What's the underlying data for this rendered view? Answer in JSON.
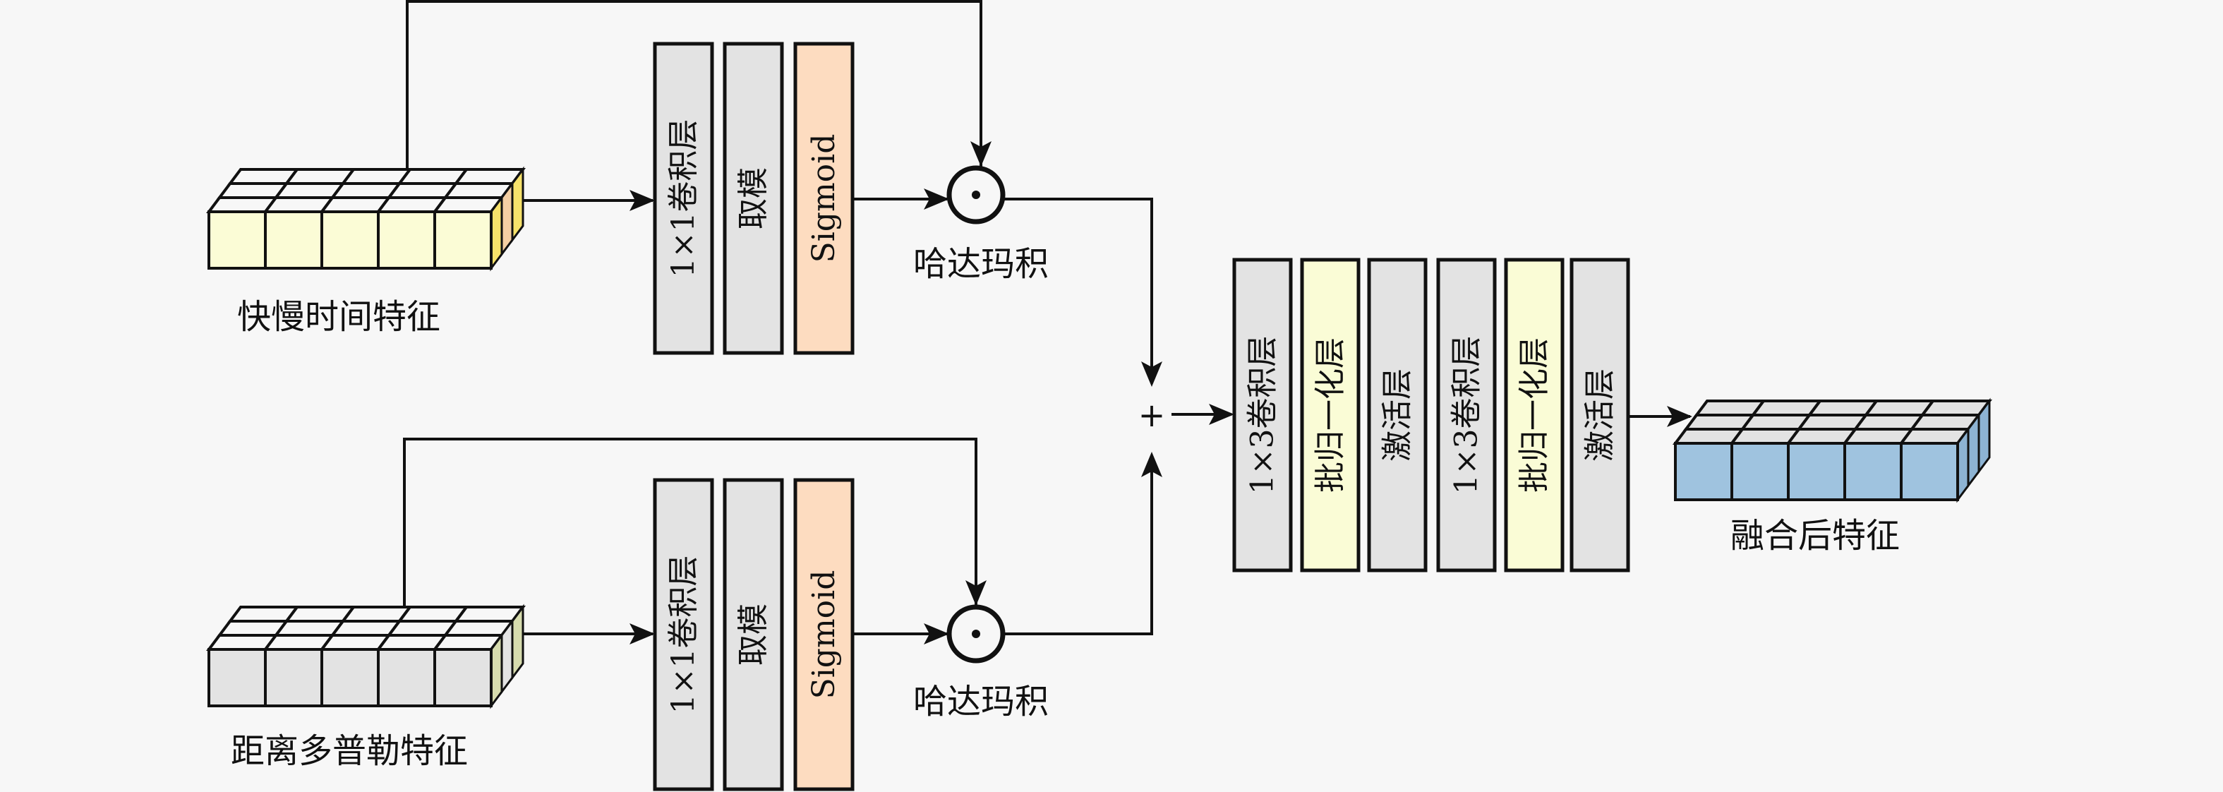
{
  "diagram": {
    "inputs": {
      "top": {
        "label": "快慢时间特征",
        "front_color": "#fbfcd6",
        "side_colors": [
          "#f7e26b",
          "#f5cfa3",
          "#f7e26b",
          "#f5cfa3",
          "#e4ea9a"
        ]
      },
      "bottom": {
        "label": "距离多普勒特征",
        "front_color": "#e3e3e3",
        "side_colors": [
          "#d7dcae",
          "#e3e3e3",
          "#d7dcae",
          "#e3e3e3",
          "#d7dcae"
        ]
      }
    },
    "attention_branch": {
      "blocks": [
        {
          "label": "1×1卷积层",
          "color": "#e3e3e3"
        },
        {
          "label": "取模",
          "color": "#e3e3e3"
        },
        {
          "label": "Sigmoid",
          "color": "#fddcc0"
        }
      ],
      "product_symbol": "⊙",
      "product_label": "哈达玛积"
    },
    "sum_symbol": "+",
    "fusion_blocks": [
      {
        "label": "1×3卷积层",
        "color": "#e3e3e3"
      },
      {
        "label": "批归一化层",
        "color": "#fafcd6"
      },
      {
        "label": "激活层",
        "color": "#e3e3e3"
      },
      {
        "label": "1×3卷积层",
        "color": "#e3e3e3"
      },
      {
        "label": "批归一化层",
        "color": "#fafcd6"
      },
      {
        "label": "激活层",
        "color": "#e3e3e3"
      }
    ],
    "output": {
      "label": "融合后特征",
      "front_color": "#9fc3df",
      "top_color": "#e3e3e3",
      "side_color": "#8db3d3"
    },
    "stroke_color": "#111111"
  }
}
